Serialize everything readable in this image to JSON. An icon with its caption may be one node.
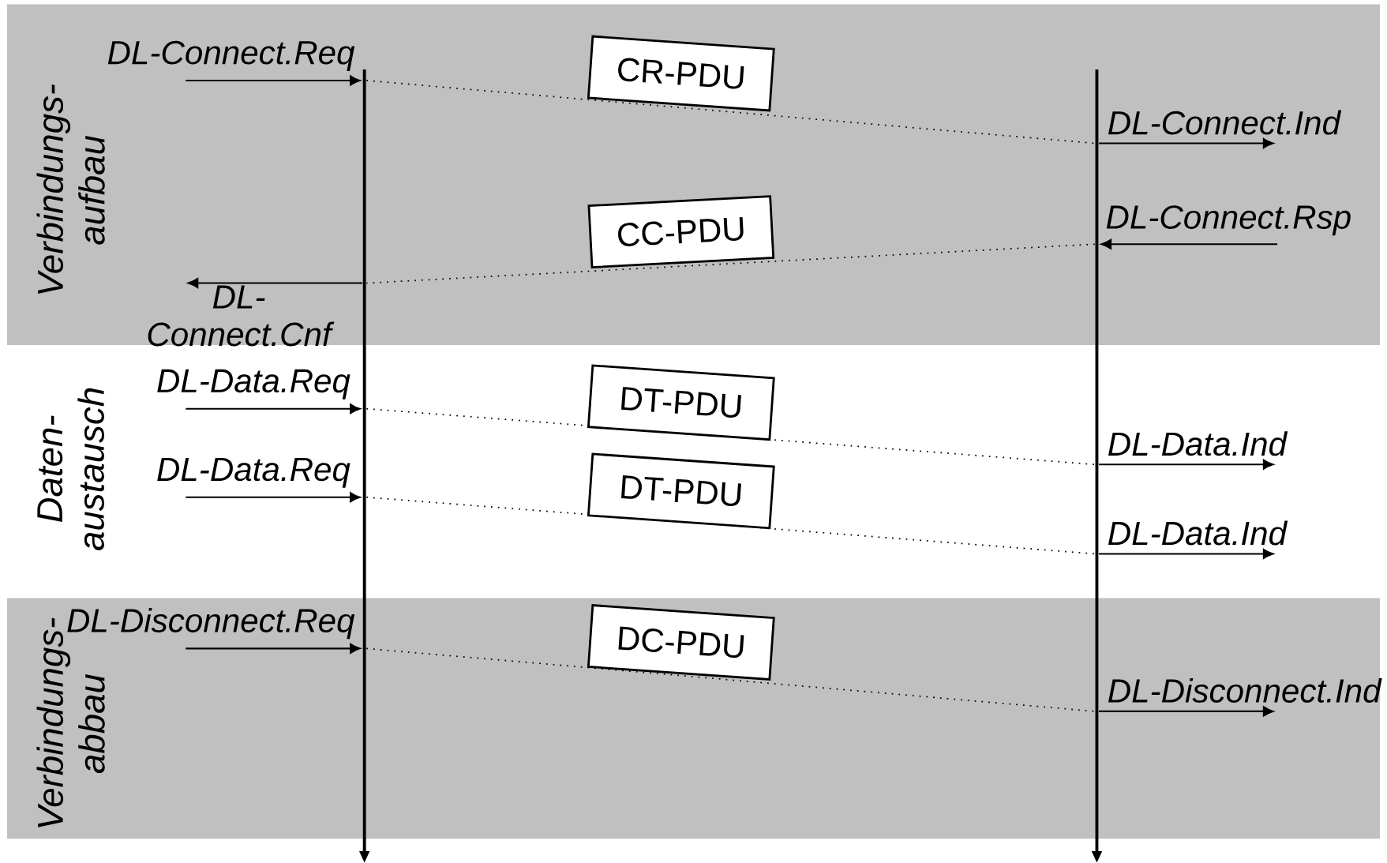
{
  "diagram": {
    "nodes": [
      {
        "text": [],
        "shape": "bar"
      },
      {
        "text": [],
        "shape": "bar"
      }
    ],
    "edges": [
      {
        "from": null,
        "to": 0,
        "arrow": "to",
        "label": "DL-Connect.Req"
      },
      {
        "from": 0,
        "to": 1,
        "arrow": "none",
        "style": "dashed",
        "label": "CR-PDU"
      },
      {
        "from": 1,
        "to": null,
        "arrow": "to",
        "label": "DL-Connect.Ind"
      },
      {
        "from": null,
        "to": 1,
        "arrow": "to",
        "label": "DL-Connect.Rsp"
      },
      {
        "from": 1,
        "to": 0,
        "arrow": "none",
        "style": "dashed",
        "label": "CC-PDU"
      },
      {
        "from": 0,
        "to": null,
        "arrow": "to",
        "label": "DL- Connect.Cnf"
      },
      {
        "from": null,
        "to": 0,
        "arrow": "to",
        "label": "DL-Data.Req"
      },
      {
        "from": 0,
        "to": 1,
        "arrow": "none",
        "style": "dashed",
        "label": "DT-PDU"
      },
      {
        "from": 1,
        "to": null,
        "arrow": "to",
        "label": "DL-Data.Ind"
      },
      {
        "from": null,
        "to": 0,
        "arrow": "to",
        "label": "DL-Data.Req"
      },
      {
        "from": 0,
        "to": 1,
        "arrow": "none",
        "style": "dashed",
        "label": "DT-PDU"
      },
      {
        "from": 1,
        "to": null,
        "arrow": "to",
        "label": "DL-Data.Ind"
      },
      {
        "from": null,
        "to": 0,
        "arrow": "to",
        "label": "DL-Disconnect.Req"
      },
      {
        "from": 0,
        "to": 1,
        "arrow": "none",
        "style": "dashed",
        "label": "DC-PDU"
      },
      {
        "from": 1,
        "to": null,
        "arrow": "to",
        "label": "DL-Disconnect.Ind"
      }
    ],
    "labels": [
      "Verbindungs- aufbau",
      "Daten- austausch",
      "Verbindungs- abbau"
    ]
  }
}
